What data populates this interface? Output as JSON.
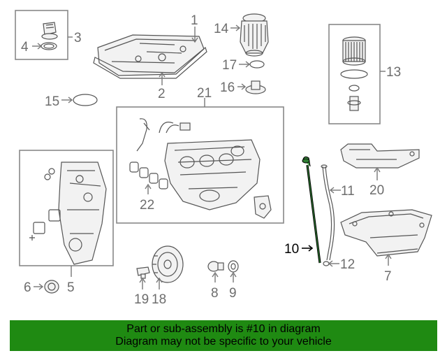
{
  "banner": {
    "line1": "Part or sub-assembly is #10 in diagram",
    "line2": "Diagram may not be specific to your vehicle",
    "color": "#1f8a12"
  },
  "callouts": {
    "c1": "1",
    "c2": "2",
    "c3": "3",
    "c4": "4",
    "c5": "5",
    "c6": "6",
    "c7": "7",
    "c8": "8",
    "c9": "9",
    "c10": "10",
    "c11": "11",
    "c12": "12",
    "c13": "13",
    "c14": "14",
    "c15": "15",
    "c16": "16",
    "c17": "17",
    "c18": "18",
    "c19": "19",
    "c20": "20",
    "c21": "21",
    "c22": "22"
  },
  "highlight": {
    "part": "10",
    "color": "#000000"
  }
}
